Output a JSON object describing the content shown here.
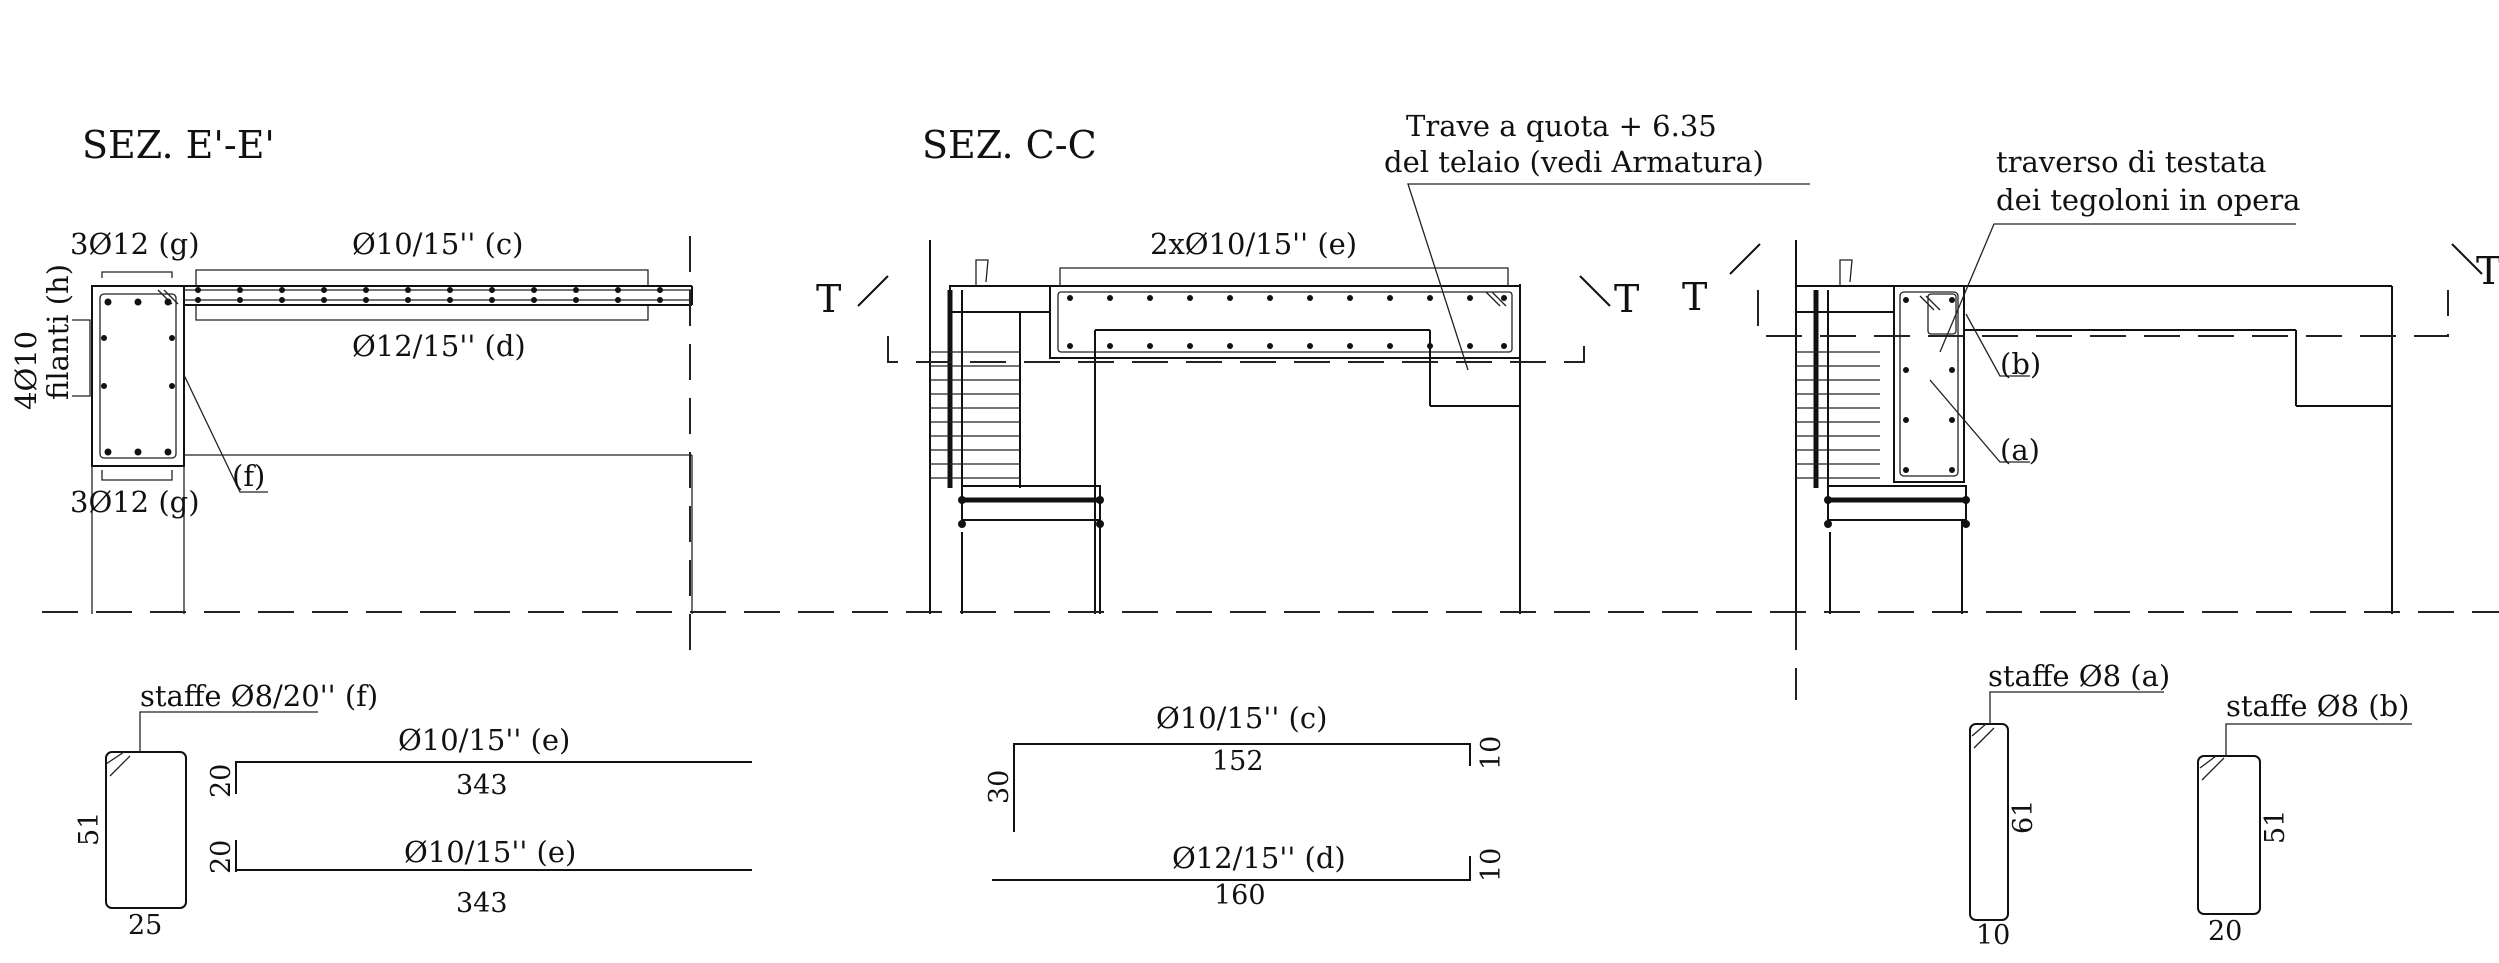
{
  "sections": {
    "e": {
      "title": "SEZ. E'-E'"
    },
    "c": {
      "title": "SEZ. C-C"
    }
  },
  "labels": {
    "e_top_corner": "3Ø12 (g)",
    "e_top_bars": "Ø10/15'' (c)",
    "e_bottom_bars": "Ø12/15'' (d)",
    "e_side_a": "4Ø10",
    "e_side_b": "filanti (h)",
    "e_stirrup": "(f)",
    "e_bottom_corner": "3Ø12 (g)",
    "c_top_bars": "2xØ10/15'' (e)",
    "c_beam_note_1": "Trave a quota + 6.35",
    "c_beam_note_2": "del telaio (vedi Armatura)",
    "r_note_1": "traverso di testata",
    "r_note_2": "dei tegoloni in opera",
    "r_b": "(b)",
    "r_a": "(a)",
    "cut_mark": "T"
  },
  "schedule": {
    "staffe_f": {
      "label": "staffe Ø8/20'' (f)",
      "h": "51",
      "w": "25"
    },
    "bar_e1": {
      "label": "Ø10/15'' (e)",
      "hook": "20",
      "len": "343"
    },
    "bar_e2": {
      "label": "Ø10/15'' (e)",
      "hook": "20",
      "len": "343"
    },
    "bar_c": {
      "label": "Ø10/15'' (c)",
      "left": "30",
      "len": "152",
      "right": "10"
    },
    "bar_d": {
      "label": "Ø12/15'' (d)",
      "len": "160",
      "right": "10"
    },
    "staffe_a": {
      "label": "staffe Ø8 (a)",
      "h": "61",
      "w": "10"
    },
    "staffe_b": {
      "label": "staffe Ø8 (b)",
      "h": "51",
      "w": "20"
    }
  }
}
